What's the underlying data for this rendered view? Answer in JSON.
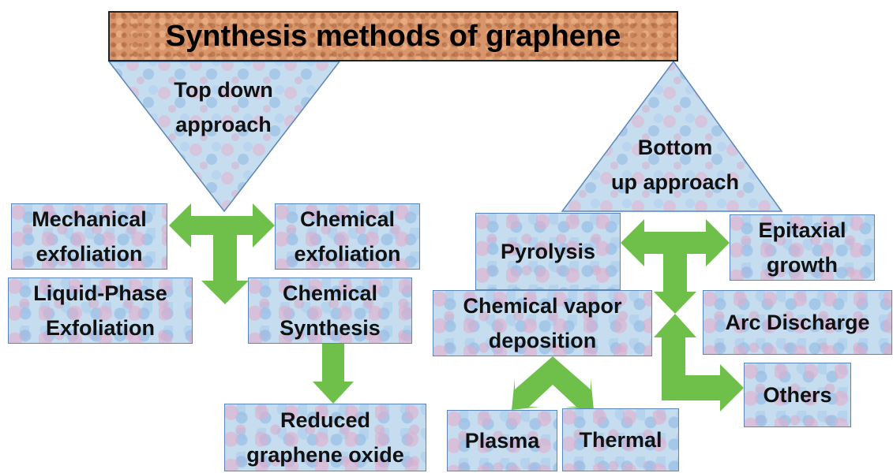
{
  "title": "Synthesis methods of graphene",
  "top_down": {
    "label_line1": "Top down",
    "label_line2": "approach"
  },
  "bottom_up": {
    "label_line1": "Bottom",
    "label_line2": "up approach"
  },
  "nodes": {
    "mechanical_exfoliation": [
      "Mechanical",
      "exfoliation"
    ],
    "chemical_exfoliation": [
      "Chemical",
      "exfoliation"
    ],
    "liquid_phase_exfoliation": [
      "Liquid-Phase",
      "Exfoliation"
    ],
    "chemical_synthesis": [
      "Chemical",
      "Synthesis"
    ],
    "reduced_graphene_oxide": [
      "Reduced",
      "graphene oxide"
    ],
    "pyrolysis": [
      "Pyrolysis"
    ],
    "epitaxial_growth": [
      "Epitaxial",
      "growth"
    ],
    "chemical_vapor_deposition": [
      "Chemical vapor",
      "deposition"
    ],
    "arc_discharge": [
      "Arc Discharge"
    ],
    "others": [
      "Others"
    ],
    "plasma": [
      "Plasma"
    ],
    "thermal": [
      "Thermal"
    ]
  },
  "colors": {
    "arrow": "#6fc04b",
    "box_border": "#5b87b8",
    "title_bg": "#d9956a"
  }
}
